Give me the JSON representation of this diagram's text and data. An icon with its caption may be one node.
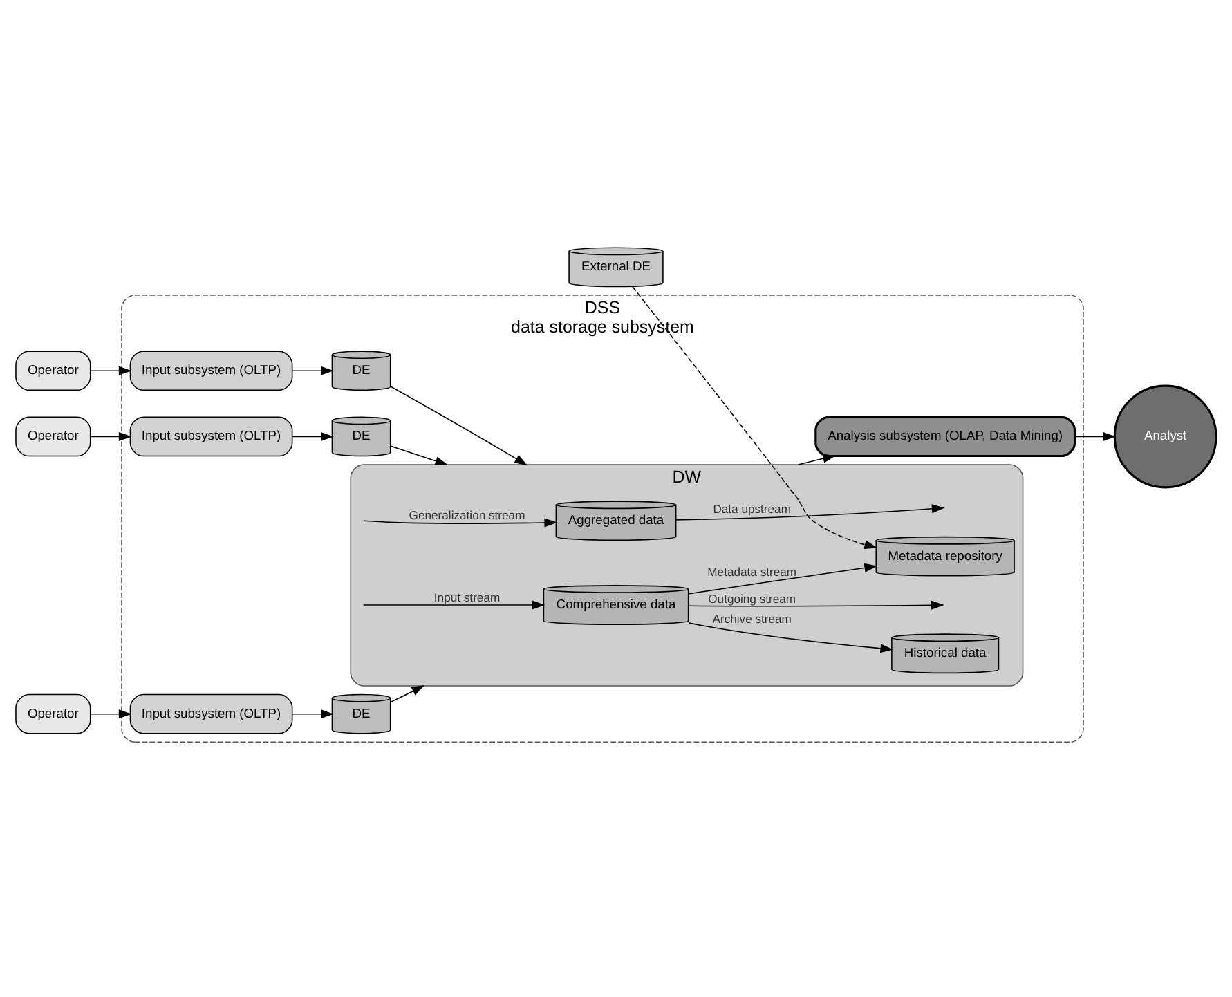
{
  "diagram": {
    "nodes": [
      {
        "text": [
          "DSS",
          "data storage subsystem"
        ]
      },
      {
        "text": [
          "Operator"
        ]
      },
      {
        "text": [
          "Operator"
        ]
      },
      {
        "text": [
          "Operator"
        ]
      },
      {
        "text": [
          "Input subsystem (OLTP)"
        ],
        "in": 0
      },
      {
        "text": [
          "Input subsystem (OLTP)"
        ],
        "in": 0
      },
      {
        "text": [
          "Input subsystem (OLTP)"
        ],
        "in": 0
      },
      {
        "text": [
          "DE"
        ],
        "in": 0
      },
      {
        "text": [
          "DE"
        ],
        "in": 0
      },
      {
        "text": [
          "DE"
        ],
        "in": 0
      },
      {
        "text": [
          "DW"
        ],
        "in": 0
      },
      {
        "text": [
          "Aggregated data"
        ],
        "in": 10
      },
      {
        "text": [
          "Comprehensive data"
        ],
        "in": 10
      },
      {
        "text": [
          "Metadata repository"
        ],
        "in": 10
      },
      {
        "text": [
          "Historical data"
        ],
        "in": 10
      },
      {
        "text": [
          "External DE"
        ]
      },
      {
        "text": [
          "Analysis subsystem (OLAP, Data Mining)"
        ],
        "in": 0
      },
      {
        "text": [
          "Analyst"
        ]
      }
    ],
    "edges": [
      {
        "from": 1,
        "to": 4,
        "arrow": "to"
      },
      {
        "from": 4,
        "to": 7,
        "arrow": "to"
      },
      {
        "from": 7,
        "to": 10,
        "arrow": "to"
      },
      {
        "from": 2,
        "to": 5,
        "arrow": "to"
      },
      {
        "from": 5,
        "to": 8,
        "arrow": "to"
      },
      {
        "from": 8,
        "to": 10,
        "arrow": "to"
      },
      {
        "from": 3,
        "to": 6,
        "arrow": "to"
      },
      {
        "from": 6,
        "to": 9,
        "arrow": "to"
      },
      {
        "from": 9,
        "to": 10,
        "arrow": "to"
      },
      {
        "from": 11,
        "to": null,
        "arrow": "to",
        "label": "Data upstream"
      },
      {
        "from": null,
        "to": 11,
        "arrow": "to",
        "label": "Generalization stream"
      },
      {
        "from": 12,
        "to": null,
        "arrow": "to",
        "label": "Outgoing stream"
      },
      {
        "from": null,
        "to": 12,
        "arrow": "to",
        "label": "Input stream"
      },
      {
        "from": 12,
        "to": 13,
        "arrow": "to",
        "label": "Metadata stream"
      },
      {
        "from": 12,
        "to": 14,
        "arrow": "to",
        "label": "Archive stream"
      },
      {
        "from": 15,
        "to": 13,
        "arrow": "to",
        "style": "dashed"
      },
      {
        "from": 10,
        "to": 16,
        "arrow": "to"
      },
      {
        "from": 16,
        "to": 17,
        "arrow": "to"
      }
    ]
  }
}
